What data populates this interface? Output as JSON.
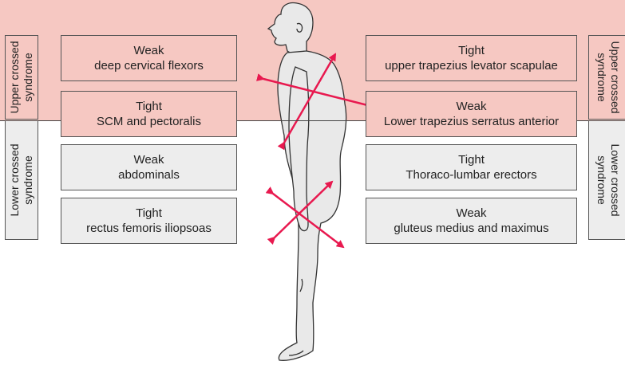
{
  "sides": {
    "left_upper": [
      "Upper crossed",
      "syndrome"
    ],
    "left_lower": [
      "Lower crossed",
      "syndrome"
    ],
    "right_upper": [
      "Upper crossed",
      "syndrome"
    ],
    "right_lower": [
      "Lower crossed",
      "syndrome"
    ]
  },
  "boxes": {
    "left_upper_1": {
      "l1": "Weak",
      "l2": "deep cervical flexors"
    },
    "left_upper_2": {
      "l1": "Tight",
      "l2": "SCM and pectoralis"
    },
    "left_lower_1": {
      "l1": "Weak",
      "l2": "abdominals"
    },
    "left_lower_2": {
      "l1": "Tight",
      "l2": "rectus femoris iliopsoas"
    },
    "right_upper_1": {
      "l1": "Tight",
      "l2": "upper trapezius levator scapulae"
    },
    "right_upper_2": {
      "l1": "Weak",
      "l2": "Lower trapezius serratus anterior"
    },
    "right_lower_1": {
      "l1": "Tight",
      "l2": "Thoraco-lumbar erectors"
    },
    "right_lower_2": {
      "l1": "Weak",
      "l2": "gluteus medius and maximus"
    }
  },
  "colors": {
    "upper_band": "#f6c8c2",
    "lower_box": "#ededed",
    "arrow": "#e8194f",
    "body_fill": "#e9e9e9",
    "outline": "#333333"
  }
}
